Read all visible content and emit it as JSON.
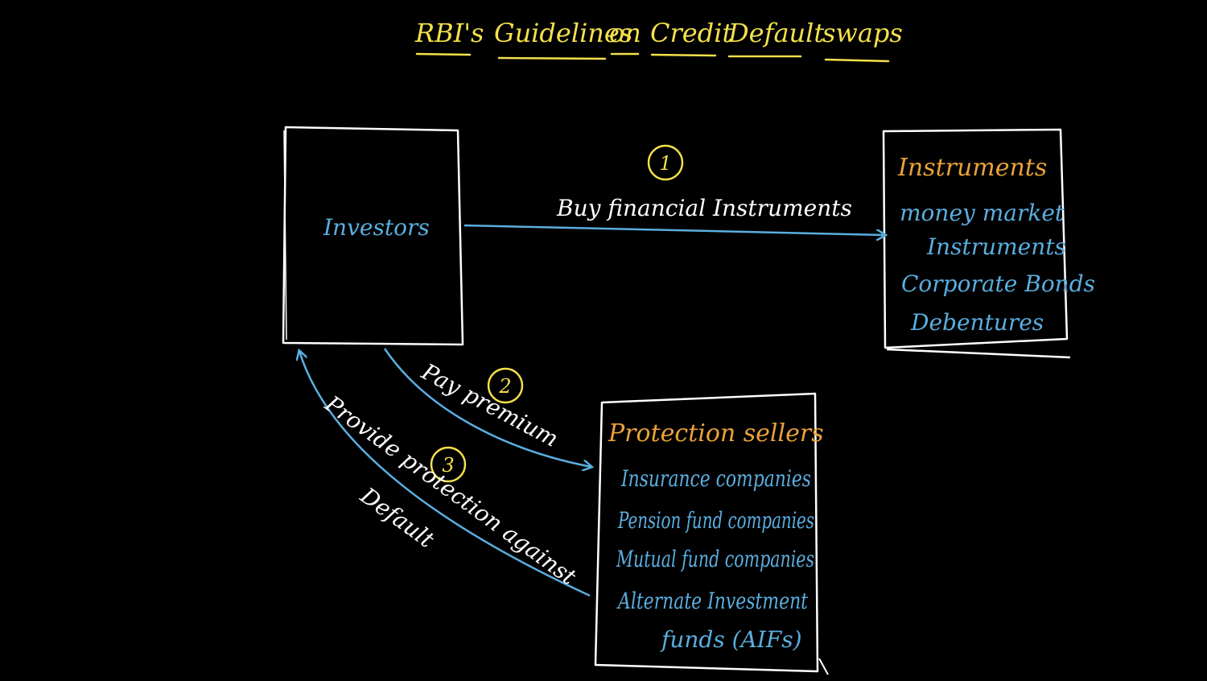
{
  "title": {
    "words": [
      "RBI's",
      "Guidelines",
      "on",
      "Credit",
      "Default",
      "swaps"
    ]
  },
  "nodes": {
    "investors": {
      "label": "Investors"
    },
    "instruments": {
      "heading": "Instruments",
      "items": [
        "money market",
        "Instruments",
        "Corporate Bonds",
        "Debentures"
      ]
    },
    "protection_sellers": {
      "heading": "Protection sellers",
      "items": [
        "Insurance companies",
        "Pension fund companies",
        "Mutual fund companies",
        "Alternate Investment",
        "funds (AIFs)"
      ]
    }
  },
  "flows": [
    {
      "step": "1",
      "label": "Buy financial Instruments"
    },
    {
      "step": "2",
      "label": "Pay premium"
    },
    {
      "step": "3",
      "label_line1": "Provide protection against",
      "label_line2": "Default"
    }
  ],
  "colors": {
    "background": "#000000",
    "title": "#f3e04b",
    "box_stroke": "#ffffff",
    "arrow": "#5aaee0",
    "blue_text": "#5aaee0",
    "orange_text": "#eaa23a",
    "step_circle": "#f3e04b"
  }
}
